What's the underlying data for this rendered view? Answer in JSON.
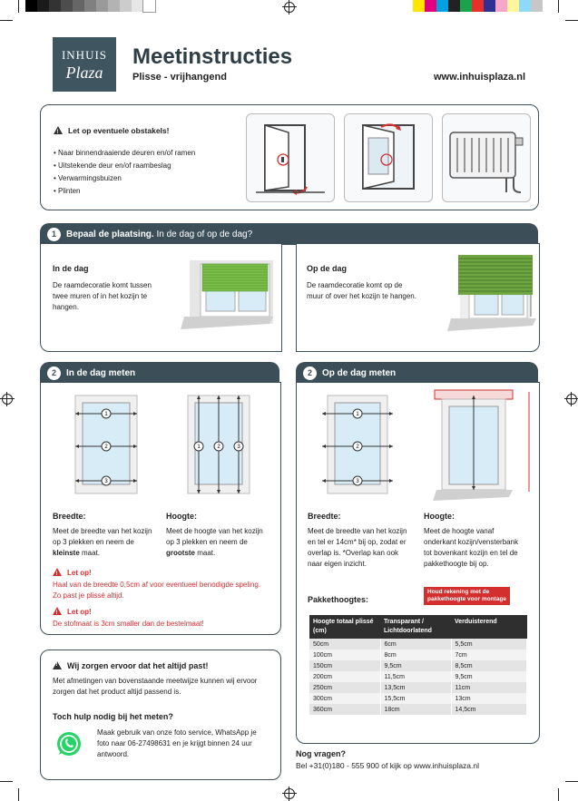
{
  "color_bars": {
    "grays": [
      "#000000",
      "#1a1a1a",
      "#333333",
      "#4d4d4d",
      "#666666",
      "#808080",
      "#999999",
      "#b3b3b3",
      "#cccccc",
      "#e6e6e6",
      "#ffffff"
    ],
    "colors": [
      "#ffe600",
      "#e3007e",
      "#00a0e3",
      "#222222",
      "#1aa34a",
      "#e7302a",
      "#2e3192",
      "#f6a6c8",
      "#fff59d",
      "#8ed8f8",
      "#c7c7c7"
    ]
  },
  "logo": {
    "line1": "INHUIS",
    "line2": "Plaza"
  },
  "header": {
    "title": "Meetinstructies",
    "subtitle": "Plisse - vrijhangend",
    "website": "www.inhuisplaza.nl"
  },
  "obstacles": {
    "heading": "Let op eventuele obstakels!",
    "items": [
      "• Naar binnendraaiende deuren en/of ramen",
      "• Uitstekende deur en/of raambeslag",
      "• Verwarmingsbuizen",
      "• Plinten"
    ]
  },
  "section1": {
    "number": "1",
    "title_bold": "Bepaal de plaatsing.",
    "title_rest": " In de dag of op de dag?",
    "left": {
      "heading": "In de dag",
      "text": "De raamdecoratie komt tussen twee muren of in het kozijn te hangen."
    },
    "right": {
      "heading": "Op de dag",
      "text": "De raamdecoratie komt op de muur of over het kozijn te hangen."
    }
  },
  "section2a": {
    "number": "2",
    "title": "In de dag meten",
    "breedte": {
      "heading": "Breedte:",
      "pre": "Meet de breedte van het kozijn op 3 plekken en neem de ",
      "strong": "kleinste",
      "post": " maat."
    },
    "hoogte": {
      "heading": "Hoogte:",
      "pre": "Meet de hoogte van het kozijn op 3 plekken en neem de ",
      "strong": "grootste",
      "post": " maat."
    },
    "warn1": {
      "heading": "Let op!",
      "text": "Haal van de breedte 0,5cm af voor eventueel benodigde speling. Zo past je plissé altijd."
    },
    "warn2": {
      "heading": "Let op!",
      "text": "De stofmaat is 3cm smaller dan de bestelmaat!"
    },
    "markers": [
      "1",
      "2",
      "3"
    ]
  },
  "section2b": {
    "number": "2",
    "title": "Op de dag meten",
    "breedte": {
      "heading": "Breedte:",
      "text": "Meet de breedte van het kozijn en tel er 14cm* bij op, zodat er overlap is. *Overlap kan ook naar eigen inzicht."
    },
    "hoogte": {
      "heading": "Hoogte:",
      "text": "Meet de hoogte vanaf onderkant kozijn/vensterbank tot bovenkant kozijn en tel de pakkethoogte bij op."
    },
    "red_tag": [
      "Houd rekening met de",
      "pakkethoogte voor montage"
    ],
    "table": {
      "title": "Pakkethoogtes:",
      "headers": [
        "Hoogte totaal plissé (cm)",
        "Transparant / Lichtdoorlatend",
        "Verduisterend"
      ],
      "rows": [
        [
          "50cm",
          "6cm",
          "5,5cm"
        ],
        [
          "100cm",
          "8cm",
          "7cm"
        ],
        [
          "150cm",
          "9,5cm",
          "8,5cm"
        ],
        [
          "200cm",
          "11,5cm",
          "9,5cm"
        ],
        [
          "250cm",
          "13,5cm",
          "11cm"
        ],
        [
          "300cm",
          "15,5cm",
          "13cm"
        ],
        [
          "360cm",
          "18cm",
          "14,5cm"
        ]
      ]
    }
  },
  "guarantee": {
    "heading": "Wij zorgen ervoor dat het altijd past!",
    "text": "Met afmetingen van bovenstaande meetwijze kunnen wij ervoor zorgen dat het product altijd passend is.",
    "help_heading": "Toch hulp nodig bij het meten?",
    "help_text": "Maak gebruik van onze foto service, WhatsApp je foto naar 06-27498631 en je krijgt binnen 24 uur antwoord."
  },
  "contact": {
    "heading": "Nog vragen?",
    "text": "Bel +31(0)180 - 555 900 of kijk op www.inhuisplaza.nl"
  },
  "colors": {
    "dark": "#3c4f59",
    "warning": "#d32f2f",
    "blind_green": "#7cc04a",
    "whatsapp": "#25d366"
  }
}
